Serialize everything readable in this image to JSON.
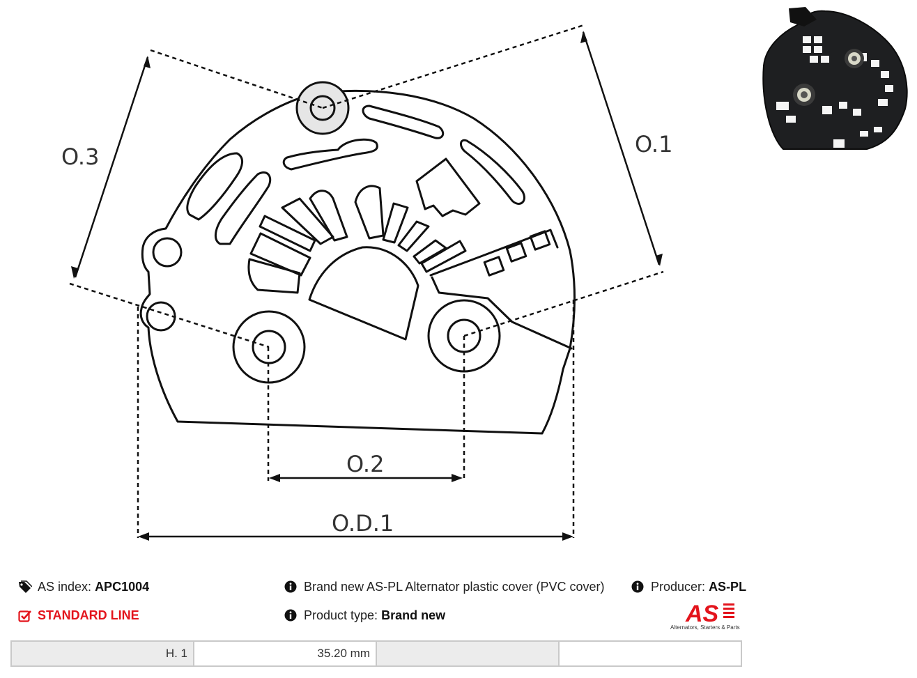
{
  "drawing": {
    "dimension_labels": {
      "o1": "O.1",
      "o2": "O.2",
      "o3": "O.3",
      "od1": "O.D.1"
    }
  },
  "info": {
    "as_index_label": "AS index:",
    "as_index_value": "APC1004",
    "line_label": "STANDARD LINE",
    "description": "Brand new AS-PL Alternator plastic cover (PVC cover)",
    "product_type_label": "Product type:",
    "product_type_value": "Brand new",
    "producer_label": "Producer:",
    "producer_value": "AS-PL"
  },
  "logo": {
    "text": "AS",
    "tagline": "Alternators, Starters & Parts"
  },
  "spec_table": {
    "cells": [
      "H. 1",
      "35.20 mm",
      "",
      ""
    ]
  },
  "colors": {
    "accent_red": "#e3141c",
    "outline": "#111111",
    "table_shade": "#ececec"
  },
  "icons": [
    "tag-icon",
    "check-square-icon",
    "info-circle-icon"
  ]
}
